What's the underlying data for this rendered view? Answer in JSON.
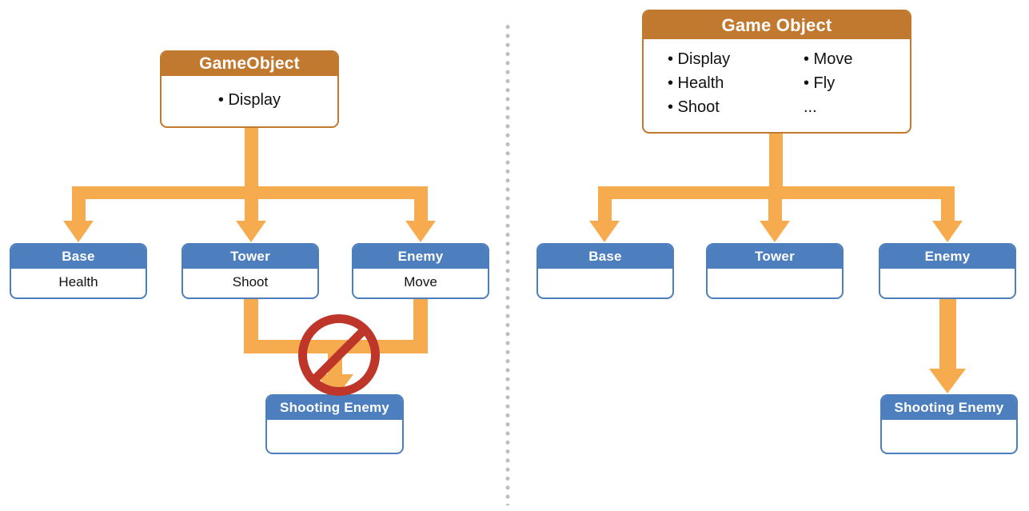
{
  "left_diagram": {
    "root": {
      "title": "GameObject",
      "item": "• Display"
    },
    "children": [
      {
        "title": "Base",
        "item": "Health"
      },
      {
        "title": "Tower",
        "item": "Shoot"
      },
      {
        "title": "Enemy",
        "item": "Move"
      }
    ],
    "blocked_child": {
      "title": "Shooting Enemy"
    }
  },
  "right_diagram": {
    "root": {
      "title": "Game Object",
      "column1": [
        "• Display",
        "• Health",
        "• Shoot"
      ],
      "column2": [
        "• Move",
        "• Fly",
        "..."
      ]
    },
    "children": [
      {
        "title": "Base"
      },
      {
        "title": "Tower"
      },
      {
        "title": "Enemy"
      }
    ],
    "grandchild": {
      "title": "Shooting Enemy"
    }
  },
  "colors": {
    "root_header_orange": "#C1782F",
    "child_header_blue": "#4D7FBE",
    "arrow_orange": "#F6AC4E",
    "prohibition_red": "#BE3529",
    "divider_dot_gray": "#BDBDBD",
    "header_text": "#FFFFFF",
    "body_text": "#111111",
    "background": "#FFFFFF"
  }
}
